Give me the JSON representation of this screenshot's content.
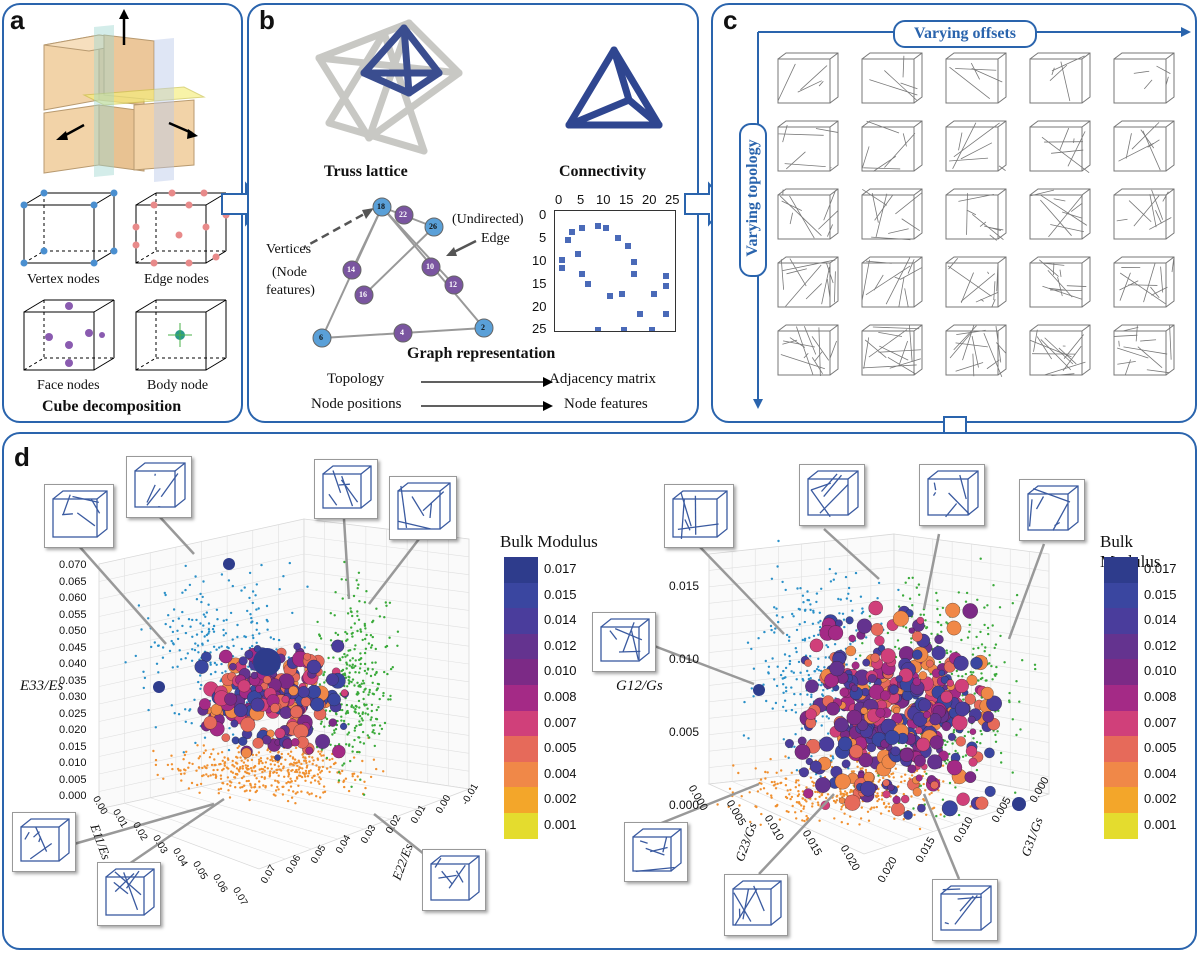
{
  "panel_a": {
    "label": "a",
    "vertex_nodes": "Vertex nodes",
    "edge_nodes": "Edge nodes",
    "face_nodes": "Face nodes",
    "body_node": "Body node",
    "caption": "Cube decomposition"
  },
  "panel_b": {
    "label": "b",
    "truss_lattice": "Truss lattice",
    "connectivity": "Connectivity",
    "vertices_line1": "Vertices",
    "vertices_line2": "(Node",
    "vertices_line3": "features)",
    "edge_line1": "(Undirected)",
    "edge_line2": "Edge",
    "graph_repr": "Graph representation",
    "topology": "Topology",
    "adjacency": "Adjacency matrix",
    "node_positions": "Node positions",
    "node_features": "Node features",
    "graph_nodes": [
      "18",
      "22",
      "26",
      "14",
      "10",
      "12",
      "16",
      "6",
      "4",
      "2"
    ],
    "matrix_ticks_x": [
      "0",
      "5",
      "10",
      "15",
      "20",
      "25"
    ],
    "matrix_ticks_y": [
      "0",
      "5",
      "10",
      "15",
      "20",
      "25"
    ]
  },
  "panel_c": {
    "label": "c",
    "varying_offsets": "Varying offsets",
    "varying_topology": "Varying topology"
  },
  "panel_d": {
    "label": "d",
    "left_ylabel": "E33/Es",
    "left_yticks": [
      "0.070",
      "0.065",
      "0.060",
      "0.055",
      "0.050",
      "0.045",
      "0.040",
      "0.035",
      "0.030",
      "0.025",
      "0.020",
      "0.015",
      "0.010",
      "0.005",
      "0.000"
    ],
    "left_x1ticks": [
      "0.00",
      "0.01",
      "0.02",
      "0.03",
      "0.04",
      "0.05",
      "0.06",
      "0.07"
    ],
    "left_x1label": "E11/Es",
    "left_x2ticks": [
      "-0.01",
      "0.00",
      "0.01",
      "0.02",
      "0.03",
      "0.04",
      "0.05",
      "0.06",
      "0.07"
    ],
    "left_x2label": "E22/Es",
    "right_ylabel": "G12/Gs",
    "right_yticks": [
      "0.015",
      "0.010",
      "0.005",
      "0.000"
    ],
    "right_x1ticks": [
      "0.000",
      "0.005",
      "0.010",
      "0.015",
      "0.020"
    ],
    "right_x1label": "G23/Gs",
    "right_x2ticks": [
      "0.000",
      "0.005",
      "0.010",
      "0.015",
      "0.020"
    ],
    "right_x2label": "G31/Gs",
    "colorbar_title": "Bulk Modulus",
    "colorbar_ticks": [
      "0.017",
      "0.015",
      "0.014",
      "0.012",
      "0.010",
      "0.008",
      "0.007",
      "0.005",
      "0.004",
      "0.002",
      "0.001"
    ],
    "colorbar_colors": [
      "#2e3c8c",
      "#3a46a0",
      "#4a3d9c",
      "#64338f",
      "#7c2a86",
      "#a42a86",
      "#d0407a",
      "#e66a5a",
      "#f08848",
      "#f3a62a",
      "#e4dc2e"
    ]
  }
}
